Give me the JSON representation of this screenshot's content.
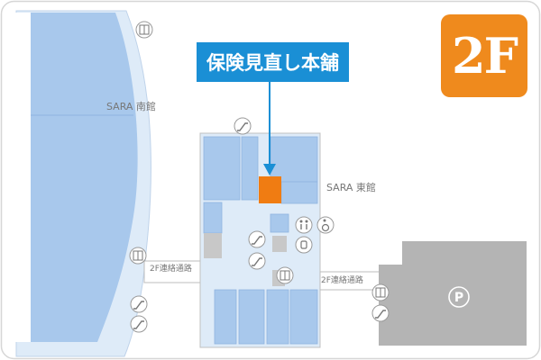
{
  "floor_badge": {
    "label": "2F",
    "color": "#ef8a1d"
  },
  "callout": {
    "label": "保険見直し本舗",
    "color": "#1a8fd5",
    "store_color": "#f07c12"
  },
  "buildings": {
    "south": {
      "label": "SARA 南館"
    },
    "east": {
      "label": "SARA 東館"
    }
  },
  "bridges": [
    {
      "label": "2F連絡通路"
    },
    {
      "label": "2F連絡通路"
    }
  ],
  "parking": {
    "label": "P"
  },
  "icons": [
    "elevator-icon",
    "escalator-icon",
    "elevator-icon",
    "escalator-icon",
    "escalator-icon",
    "escalator-icon",
    "restroom-icon",
    "wheelchair-icon",
    "nursing-room-icon",
    "elevator-icon",
    "elevator-icon",
    "escalator-icon",
    "parking-icon"
  ],
  "colors": {
    "shop_blue": "#a8c8ec",
    "corridor_blue": "#deebf8",
    "gray_area": "#c8c8c8",
    "parking_gray": "#b4b4b4"
  }
}
